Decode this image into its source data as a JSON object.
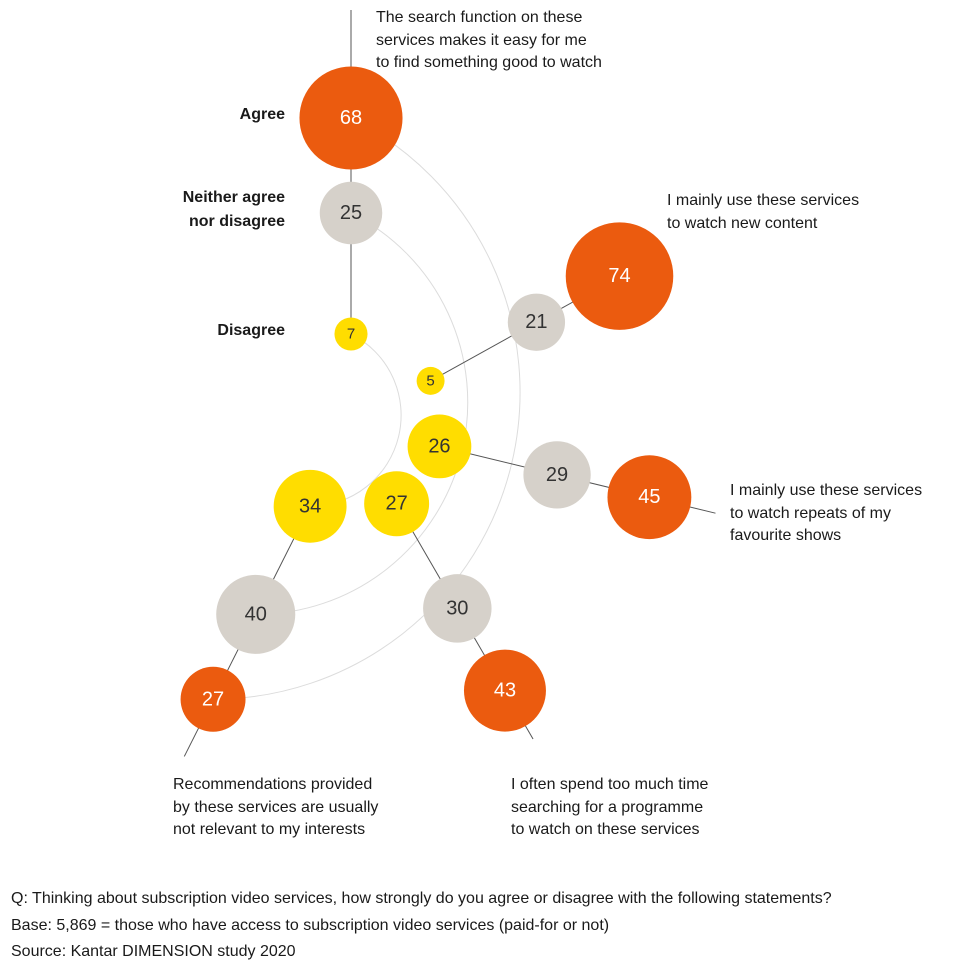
{
  "chart_data": {
    "type": "bubble-radial",
    "scale_categories": [
      "Agree",
      "Neither agree nor disagree",
      "Disagree"
    ],
    "legend": [
      {
        "label_lines": [
          "Agree"
        ],
        "color": "#EB5B0F"
      },
      {
        "label_lines": [
          "Neither agree",
          "nor disagree"
        ],
        "color": "#D6D1CA"
      },
      {
        "label_lines": [
          "Disagree"
        ],
        "color": "#FFDD00"
      }
    ],
    "statements": [
      {
        "text_lines": [
          "The search function on these",
          "services makes it easy for me",
          "to find something good to watch"
        ],
        "agree": 68,
        "neither": 25,
        "disagree": 7
      },
      {
        "text_lines": [
          "I mainly use these services",
          "to watch new content"
        ],
        "agree": 74,
        "neither": 21,
        "disagree": 5
      },
      {
        "text_lines": [
          "I mainly use these services",
          "to watch repeats of my",
          "favourite shows"
        ],
        "agree": 45,
        "neither": 29,
        "disagree": 26
      },
      {
        "text_lines": [
          "I often spend too much time",
          "searching for a programme",
          "to watch on these services"
        ],
        "agree": 43,
        "neither": 30,
        "disagree": 27
      },
      {
        "text_lines": [
          "Recommendations provided",
          "by these services are usually",
          "not relevant to my interests"
        ],
        "agree": 27,
        "neither": 40,
        "disagree": 34
      }
    ]
  },
  "colors": {
    "agree": "#EB5B0F",
    "neither": "#D6D1CA",
    "disagree": "#FFDD00",
    "agree_text": "#FFFFFF",
    "other_text": "#333333"
  },
  "footnotes": {
    "question": "Q: Thinking about subscription video services, how strongly do you agree or disagree with the following statements?",
    "base": "Base: 5,869 = those who have access to subscription video services (paid-for or not)",
    "source": "Source: Kantar DIMENSION study 2020"
  }
}
